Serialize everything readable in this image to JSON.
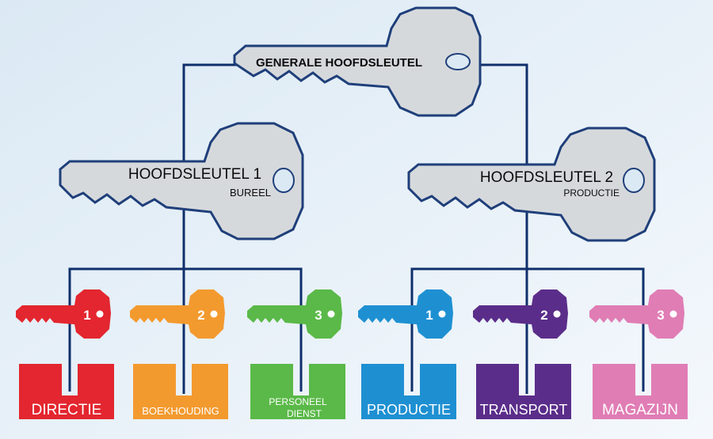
{
  "master_key": {
    "label": "GENERALE HOOFDSLEUTEL",
    "color": "#d6d9dc"
  },
  "sub_keys": [
    {
      "label": "HOOFDSLEUTEL 1",
      "sublabel": "BUREEL",
      "color": "#d6d9dc"
    },
    {
      "label": "HOOFDSLEUTEL 2",
      "sublabel": "PRODUCTIE",
      "color": "#d6d9dc"
    }
  ],
  "door_keys": [
    {
      "number": "1",
      "door_line1": "DIRECTIE",
      "door_line2": "",
      "color": "#e3262f"
    },
    {
      "number": "2",
      "door_line1": "BOEKHOUDING",
      "door_line2": "",
      "color": "#f39a2f"
    },
    {
      "number": "3",
      "door_line1": "PERSONEEL",
      "door_line2": "DIENST",
      "color": "#5ab948"
    },
    {
      "number": "1",
      "door_line1": "PRODUCTIE",
      "door_line2": "",
      "color": "#1e90d2"
    },
    {
      "number": "2",
      "door_line1": "TRANSPORT",
      "door_line2": "",
      "color": "#5b2d8a"
    },
    {
      "number": "3",
      "door_line1": "MAGAZIJN",
      "door_line2": "",
      "color": "#e07db5"
    }
  ],
  "colors": {
    "connector": "#0f2f6b",
    "key_outline": "#1f3f7a",
    "background_top": "#dbe9f4",
    "background_bottom": "#f4f8fc"
  }
}
